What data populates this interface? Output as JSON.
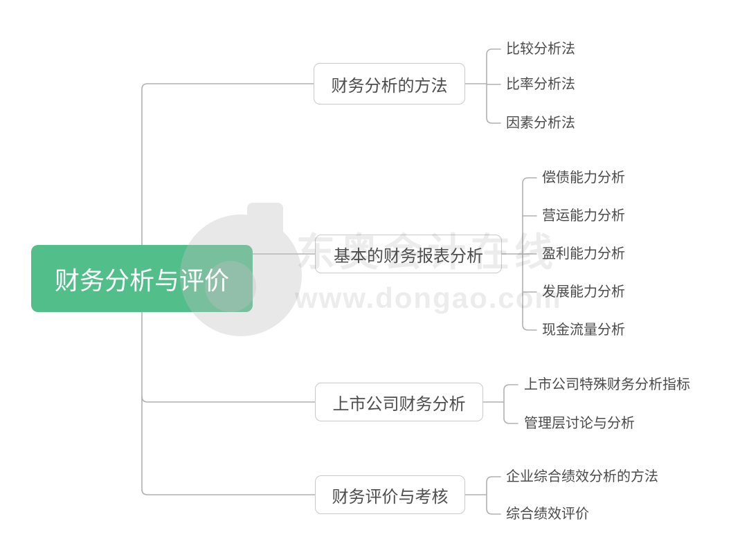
{
  "root": {
    "label": "财务分析与评价"
  },
  "branches": [
    {
      "label": "财务分析的方法",
      "children": [
        "比较分析法",
        "比率分析法",
        "因素分析法"
      ]
    },
    {
      "label": "基本的财务报表分析",
      "children": [
        "偿债能力分析",
        "营运能力分析",
        "盈利能力分析",
        "发展能力分析",
        "现金流量分析"
      ]
    },
    {
      "label": "上市公司财务分析",
      "children": [
        "上市公司特殊财务分析指标",
        "管理层讨论与分析"
      ]
    },
    {
      "label": "财务评价与考核",
      "children": [
        "企业综合绩效分析的方法",
        "综合绩效评价"
      ]
    }
  ],
  "watermark": {
    "brand": "东奥会计在线",
    "url": "www.dongao.com"
  },
  "colors": {
    "root_bg": "#52BF8B",
    "root_text": "#FFFFFF",
    "line": "#B0B0B0",
    "node_border": "#C9C9C9",
    "node_text": "#4D4D4D",
    "watermark_gray": "#ECECEC"
  }
}
